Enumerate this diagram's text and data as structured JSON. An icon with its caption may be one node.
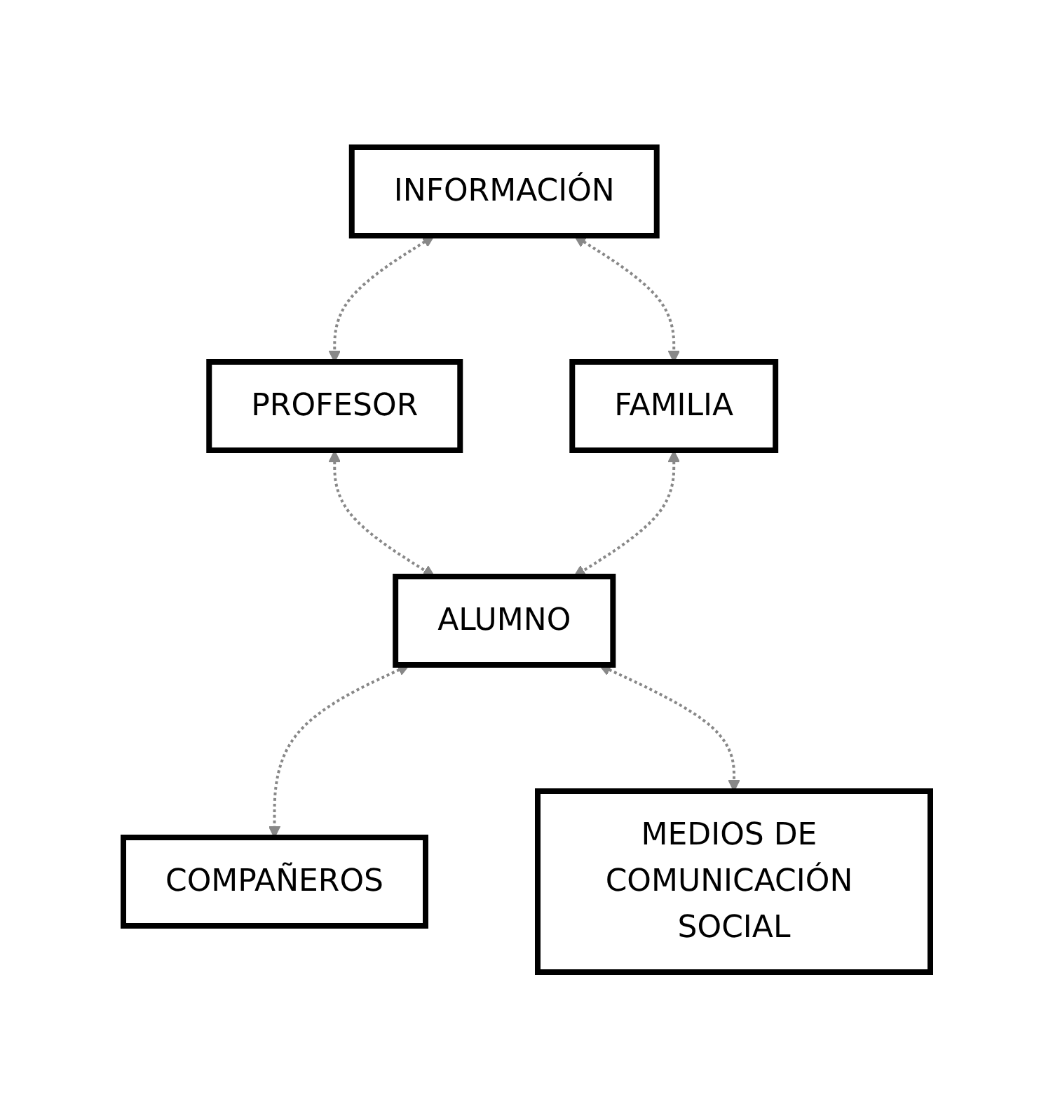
{
  "diagram": {
    "nodes": [
      {
        "text": [
          "INFORMACIÓN"
        ]
      },
      {
        "text": [
          "PROFESOR"
        ]
      },
      {
        "text": [
          "FAMILIA"
        ]
      },
      {
        "text": [
          "ALUMNO"
        ]
      },
      {
        "text": [
          "COMPAÑEROS"
        ]
      },
      {
        "text": [
          "MEDIOS DE COMUNICACIÓN SOCIAL"
        ]
      }
    ],
    "edges": [
      {
        "from": 0,
        "to": 1,
        "arrow": "both",
        "style": "dashed"
      },
      {
        "from": 0,
        "to": 2,
        "arrow": "both",
        "style": "dashed"
      },
      {
        "from": 1,
        "to": 3,
        "arrow": "both",
        "style": "dashed"
      },
      {
        "from": 2,
        "to": 3,
        "arrow": "both",
        "style": "dashed"
      },
      {
        "from": 3,
        "to": 4,
        "arrow": "both",
        "style": "dashed"
      },
      {
        "from": 3,
        "to": 5,
        "arrow": "both",
        "style": "dashed"
      }
    ]
  }
}
